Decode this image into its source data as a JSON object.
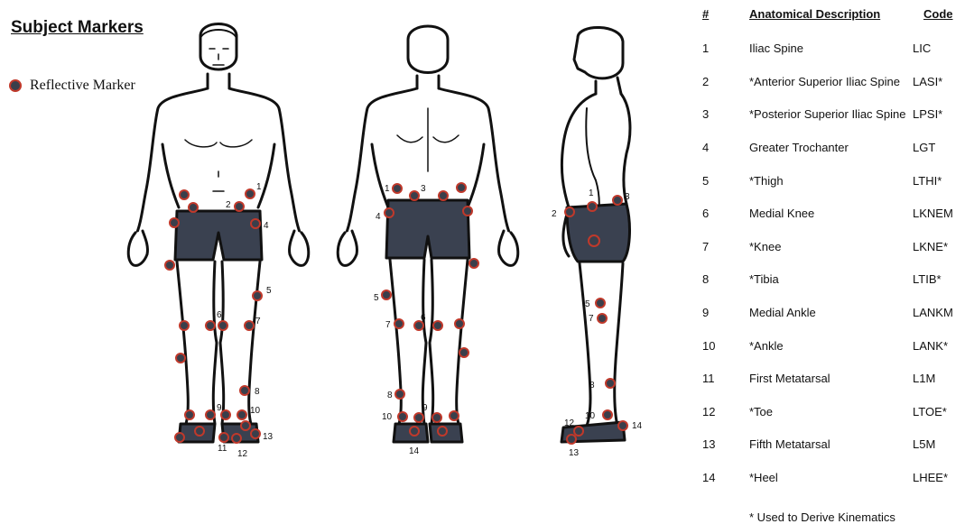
{
  "title": "Subject Markers",
  "legend": {
    "label": "Reflective Marker"
  },
  "colors": {
    "marker_fill": "#3a3f4b",
    "marker_stroke": "#c0392b",
    "shorts": "#3a4150",
    "outline": "#111111"
  },
  "table": {
    "headers": {
      "num": "#",
      "desc": "Anatomical Description",
      "code": "Code"
    },
    "rows": [
      {
        "num": "1",
        "desc": "Iliac Spine",
        "code": "LIC"
      },
      {
        "num": "2",
        "desc": "*Anterior Superior Iliac Spine",
        "code": "LASI*"
      },
      {
        "num": "3",
        "desc": "*Posterior Superior Iliac Spine",
        "code": "LPSI*"
      },
      {
        "num": "4",
        "desc": "Greater Trochanter",
        "code": "LGT"
      },
      {
        "num": "5",
        "desc": "*Thigh",
        "code": "LTHI*"
      },
      {
        "num": "6",
        "desc": "Medial Knee",
        "code": "LKNEM"
      },
      {
        "num": "7",
        "desc": "*Knee",
        "code": "LKNE*"
      },
      {
        "num": "8",
        "desc": "*Tibia",
        "code": "LTIB*"
      },
      {
        "num": "9",
        "desc": "Medial Ankle",
        "code": "LANKM"
      },
      {
        "num": "10",
        "desc": "*Ankle",
        "code": "LANK*"
      },
      {
        "num": "11",
        "desc": "First Metatarsal",
        "code": "L1M"
      },
      {
        "num": "12",
        "desc": "*Toe",
        "code": "LTOE*"
      },
      {
        "num": "13",
        "desc": "Fifth Metatarsal",
        "code": "L5M"
      },
      {
        "num": "14",
        "desc": "*Heel",
        "code": "LHEE*"
      }
    ]
  },
  "footnote": "* Used to Derive Kinematics",
  "figures": {
    "front": {
      "labels": [
        "1",
        "2",
        "4",
        "5",
        "6",
        "7",
        "8",
        "9",
        "10",
        "11",
        "12",
        "13"
      ]
    },
    "back": {
      "labels": [
        "1",
        "3",
        "4",
        "5",
        "6",
        "7",
        "8",
        "9",
        "10",
        "14"
      ]
    },
    "side": {
      "labels": [
        "1",
        "2",
        "3",
        "5",
        "7",
        "8",
        "10",
        "12",
        "13",
        "14"
      ]
    }
  }
}
